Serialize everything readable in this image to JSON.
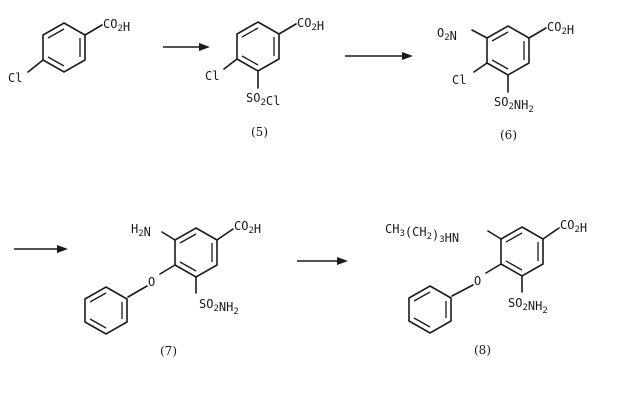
{
  "scheme": {
    "compounds": [
      {
        "id": "c0",
        "label": "",
        "substituents": {
          "top": "CO2H",
          "left": "Cl"
        }
      },
      {
        "id": "c5",
        "label": "(5)",
        "substituents": {
          "top": "CO2H",
          "left": "Cl",
          "bottom": "SO2Cl"
        }
      },
      {
        "id": "c6",
        "label": "(6)",
        "substituents": {
          "top": "CO2H",
          "nitro": "O2N",
          "left": "Cl",
          "bottom": "SO2NH2"
        }
      },
      {
        "id": "c7",
        "label": "(7)",
        "substituents": {
          "top": "CO2H",
          "amine": "H2N",
          "bottom": "SO2NH2",
          "ether_o": "O"
        }
      },
      {
        "id": "c8",
        "label": "(8)",
        "substituents": {
          "top": "CO2H",
          "amine": "CH3(CH2)3HN",
          "bottom": "SO2NH2",
          "ether_o": "O"
        }
      }
    ],
    "arrows": 4
  }
}
